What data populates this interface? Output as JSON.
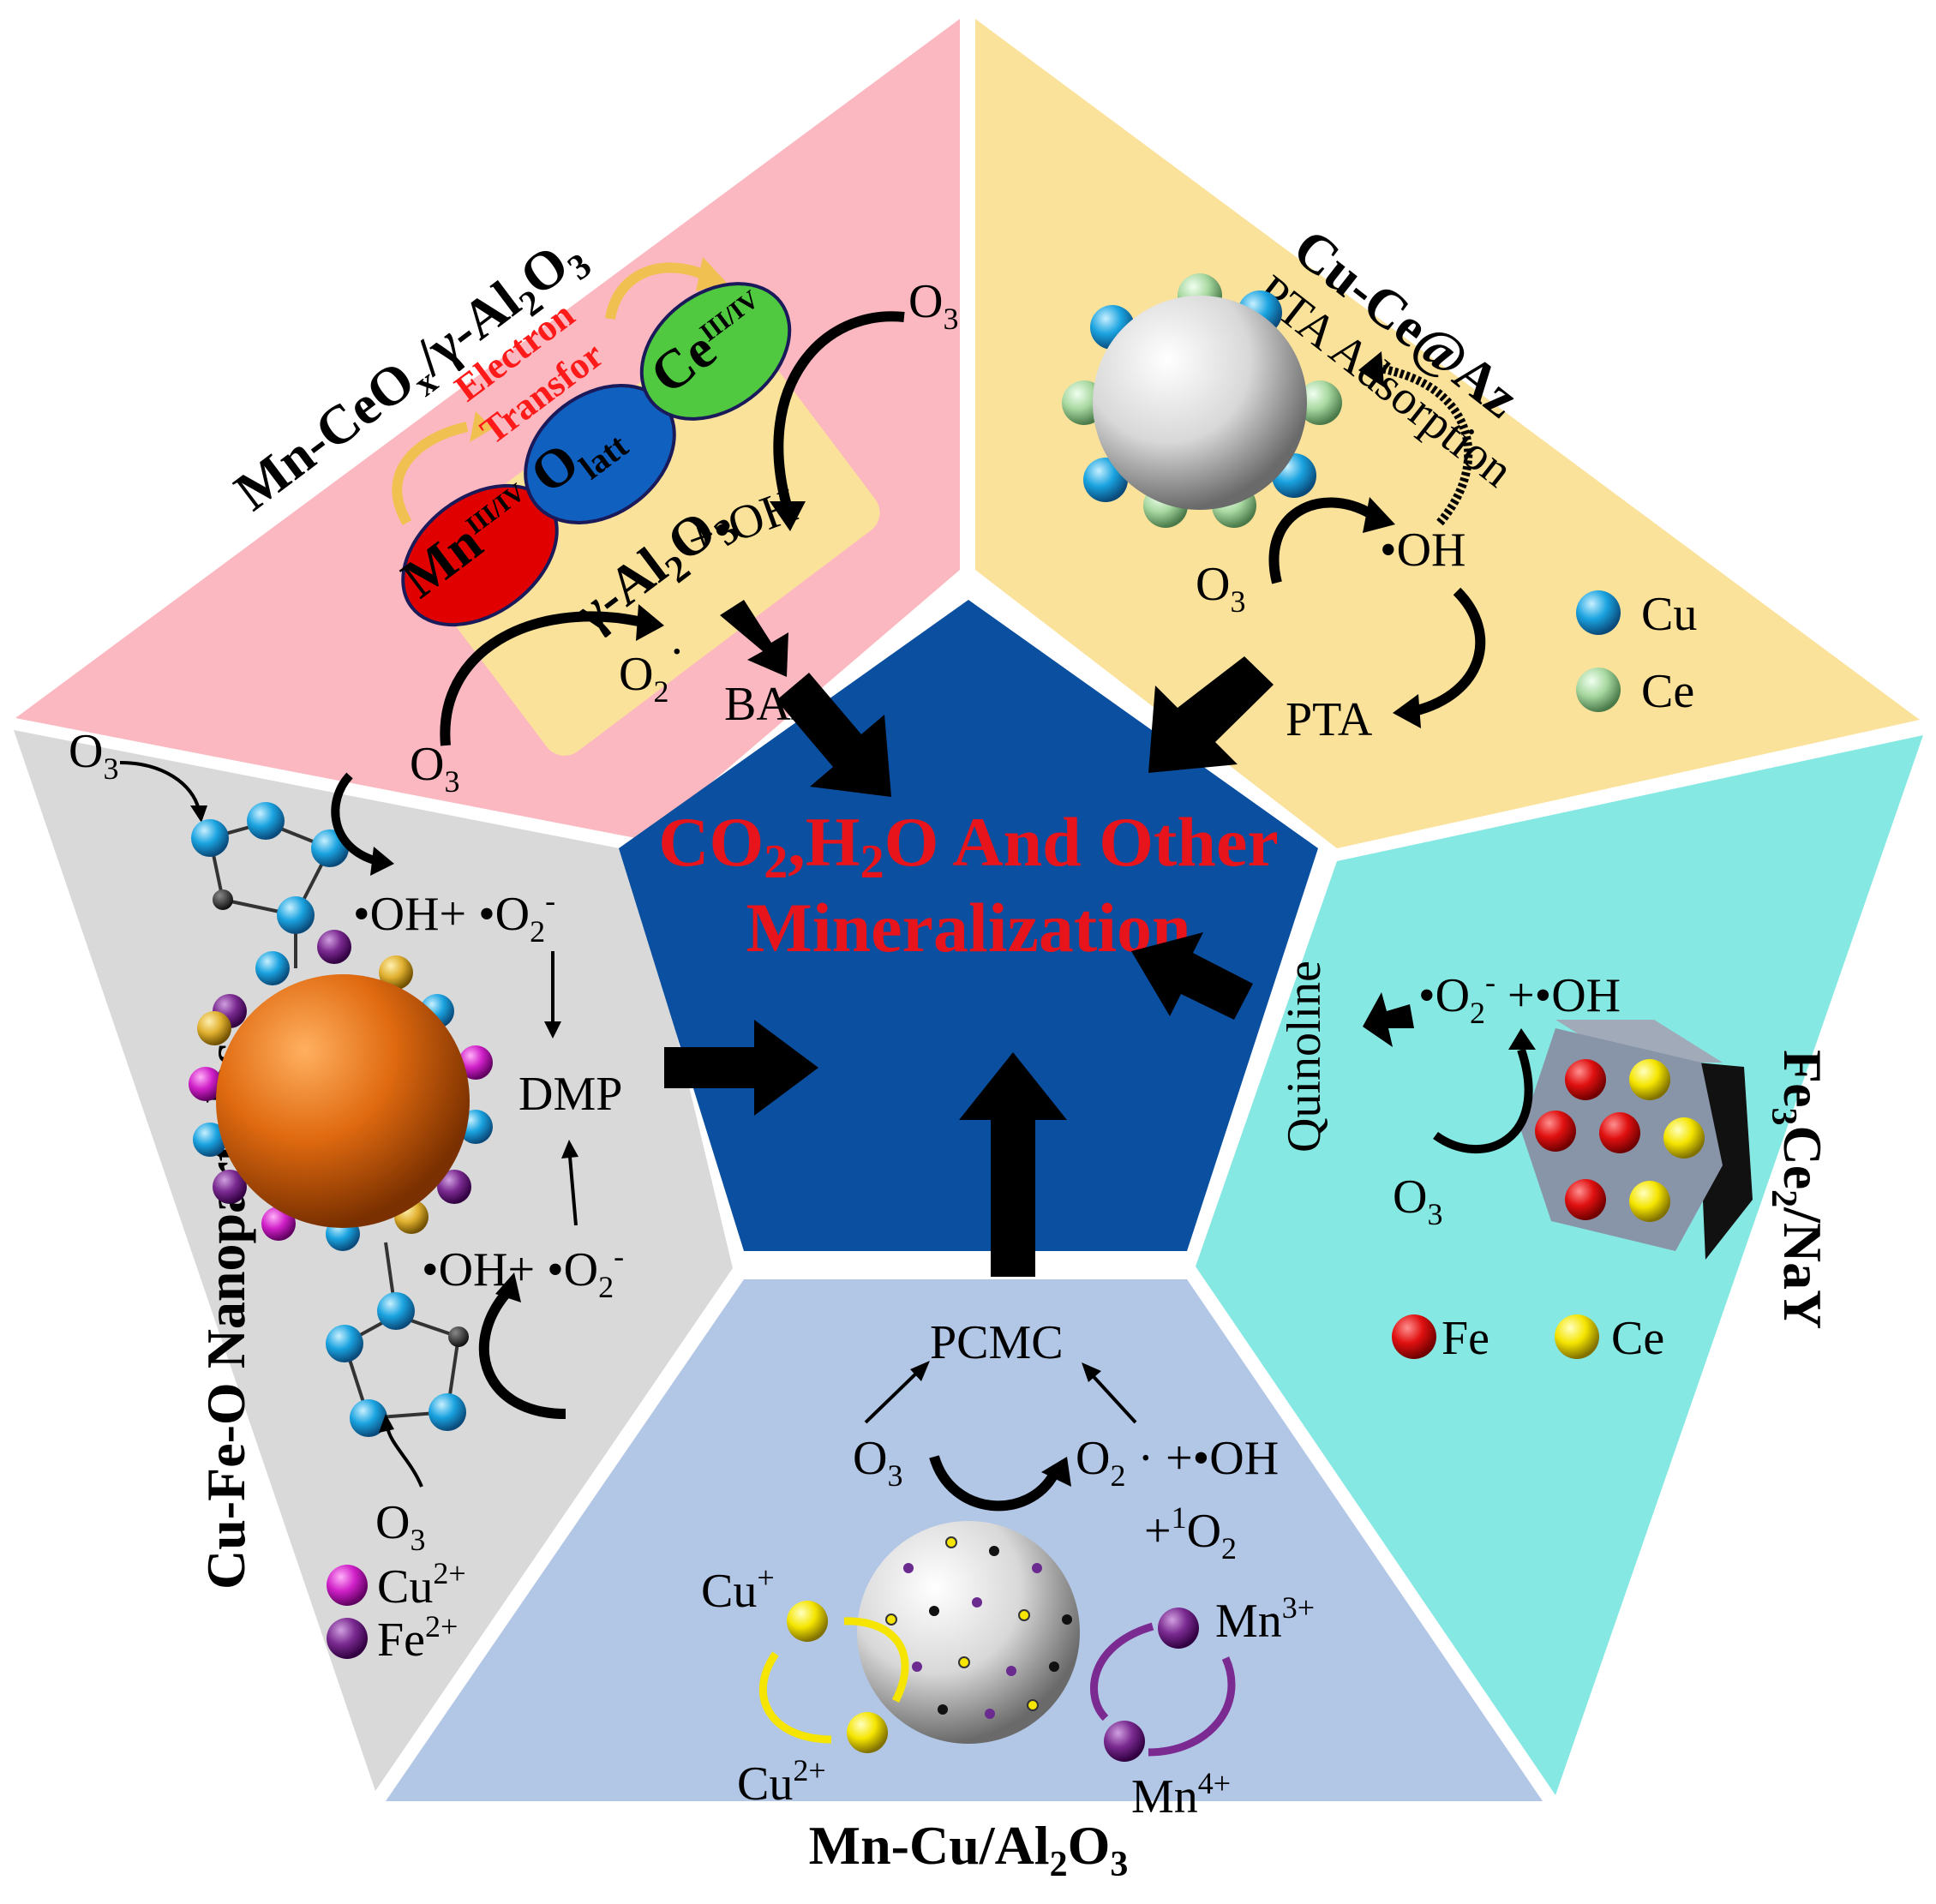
{
  "colors": {
    "center": "#0a4fa0",
    "top_left_panel": "#fbb8c0",
    "top_right_panel": "#fbe29a",
    "right_panel": "#86e8e2",
    "bottom_panel": "#b2c6e6",
    "left_panel": "#d9d9d9",
    "center_text": "#e8141c",
    "Cu": "#1aa3e0",
    "Ce_green": "#a8d8a0",
    "Fe": "#e01010",
    "Ce_yellow": "#f5e500",
    "Cu2plus": "#d020c8",
    "Fe2plus": "#7a2a90"
  },
  "center": {
    "line1": "CO",
    "line1_sub1": "2",
    "line1_mid": ",H",
    "line1_sub2": "2",
    "line1_end": "O And Other",
    "line2": "Mineralization"
  },
  "top_left": {
    "title": "Mn-CeO",
    "title_sub": "x",
    "title_rest": "/γ-Al",
    "title_sub2": "2",
    "title_o": "O",
    "title_sub3": "3",
    "electron": "Electron",
    "transfor": "Transfor",
    "mn": "Mn",
    "mn_sup": "III/IV",
    "olatt": "O",
    "olatt_sub": "latt",
    "ce": "Ce",
    "ce_sup": "III/IV",
    "support": "γ-Al",
    "support_sub": "2",
    "support_o": "O",
    "support_sub2": "3",
    "o3_top": "O",
    "o3_top_sub": "3",
    "radicals": "+•OH",
    "o2_radical": "O",
    "o2_sub": "2",
    "o2_dot": "·",
    "baa": "BAA",
    "o3_bottom": "O",
    "o3_bottom_sub": "3"
  },
  "top_right": {
    "title": "Cu-Ce@Az",
    "pta_adsorption": "PTA  Adsorption",
    "oh": "•OH",
    "o3": "O",
    "o3_sub": "3",
    "pta": "PTA",
    "legend_cu": "Cu",
    "legend_ce": "Ce"
  },
  "right": {
    "title": "Fe",
    "title_sub": "3",
    "title_ce": "Ce",
    "title_sub2": "2",
    "title_rest": "/NaY",
    "quinoline": "Quinoline",
    "radicals_a": "•O",
    "radicals_sub": "2",
    "radicals_sup": "-",
    "radicals_b": " +•OH",
    "o3": "O",
    "o3_sub": "3",
    "legend_fe": "Fe",
    "legend_ce": "Ce"
  },
  "bottom": {
    "title": "Mn-Cu/Al",
    "title_sub": "2",
    "title_o": "O",
    "title_sub2": "3",
    "pcmc": "PCMC",
    "o3": "O",
    "o3_sub": "3",
    "o2": "O",
    "o2_sub": "2",
    "o2_rest": " · +•OH",
    "singlet": "+",
    "singlet_sup": "1",
    "singlet_o": "O",
    "singlet_sub": "2",
    "cu_plus": "Cu",
    "cu_plus_sup": "+",
    "cu_2plus": "Cu",
    "cu_2plus_sup": "2+",
    "mn_3plus": "Mn",
    "mn_3plus_sup": "3+",
    "mn_4plus": "Mn",
    "mn_4plus_sup": "4+"
  },
  "left": {
    "title": "Cu-Fe-O Nanoparticles",
    "o3_top": "O",
    "o3_top_sub": "3",
    "radicals_top": "•OH+ •O",
    "radicals_top_sub": "2",
    "radicals_top_sup": "-",
    "dmp": "DMP",
    "radicals_bottom": "•OH+ •O",
    "radicals_bottom_sub": "2",
    "radicals_bottom_sup": "-",
    "o3_bottom": "O",
    "o3_bottom_sub": "3",
    "legend_cu": "Cu",
    "legend_cu_sup": "2+",
    "legend_fe": "Fe",
    "legend_fe_sup": "2+"
  }
}
